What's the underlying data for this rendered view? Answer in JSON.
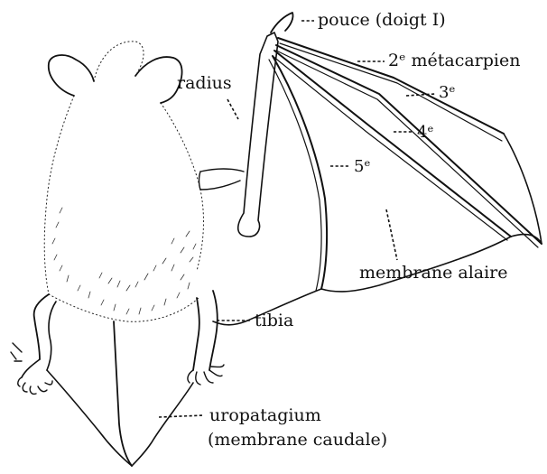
{
  "figure": {
    "labels": {
      "pouce": "pouce (doigt I)",
      "metacarpien_2": "2ᵉ métacarpien",
      "doigt_3": "3ᵉ",
      "doigt_4": "4ᵉ",
      "doigt_5": "5ᵉ",
      "radius": "radius",
      "membrane_alaire": "membrane alaire",
      "tibia": "tibia",
      "uropatagium": "uropatagium",
      "membrane_caudale": "(membrane caudale)"
    }
  }
}
